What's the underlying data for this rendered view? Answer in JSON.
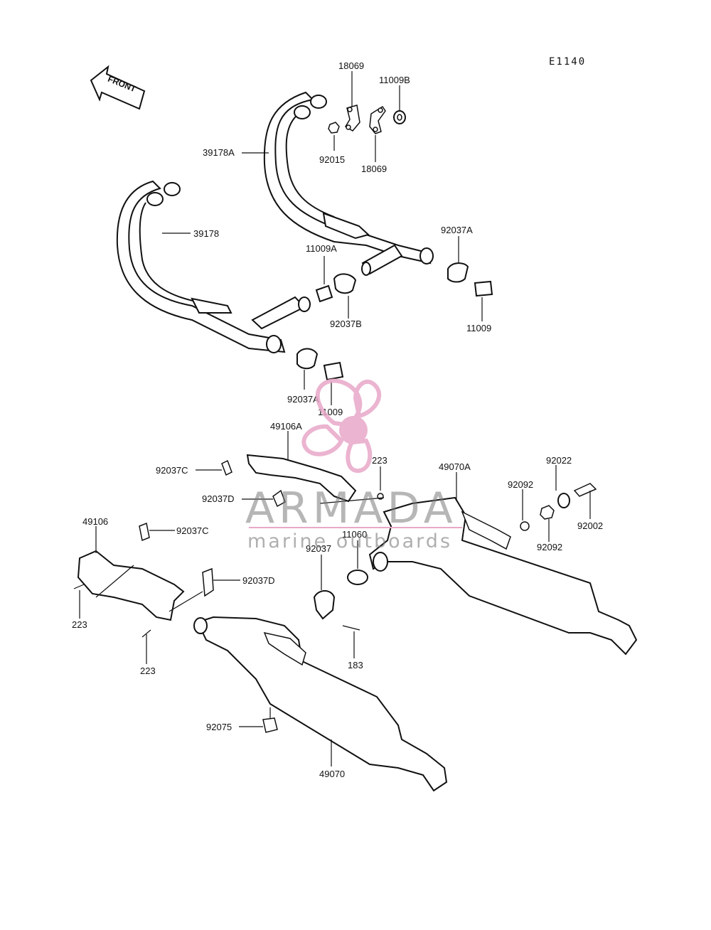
{
  "diagram_code": "E1140",
  "front_arrow_label": "FRONT",
  "watermark": {
    "brand": "ARMADA",
    "tagline": "marine outboards",
    "accent_color": "#e8a8c8"
  },
  "labels": {
    "p18069_top": "18069",
    "p11009B": "11009B",
    "p39178A": "39178A",
    "p92015": "92015",
    "p18069_bottom": "18069",
    "p39178": "39178",
    "p92037A_right": "92037A",
    "p11009A": "11009A",
    "p92037B": "92037B",
    "p11009_right": "11009",
    "p92037A_mid": "92037A",
    "p11009_mid": "11009",
    "p49106A": "49106A",
    "p223_mid": "223",
    "p49070A": "49070A",
    "p92022": "92022",
    "p92037C_top": "92037C",
    "p92092_top": "92092",
    "p92002": "92002",
    "p92037D_top": "92037D",
    "p49106": "49106",
    "p11060": "11060",
    "p92037C_left": "92037C",
    "p92037": "92037",
    "p92092_bottom": "92092",
    "p92037D_left": "92037D",
    "p223_left": "223",
    "p223_bottom": "223",
    "p183": "183",
    "p92075": "92075",
    "p49070": "49070"
  }
}
